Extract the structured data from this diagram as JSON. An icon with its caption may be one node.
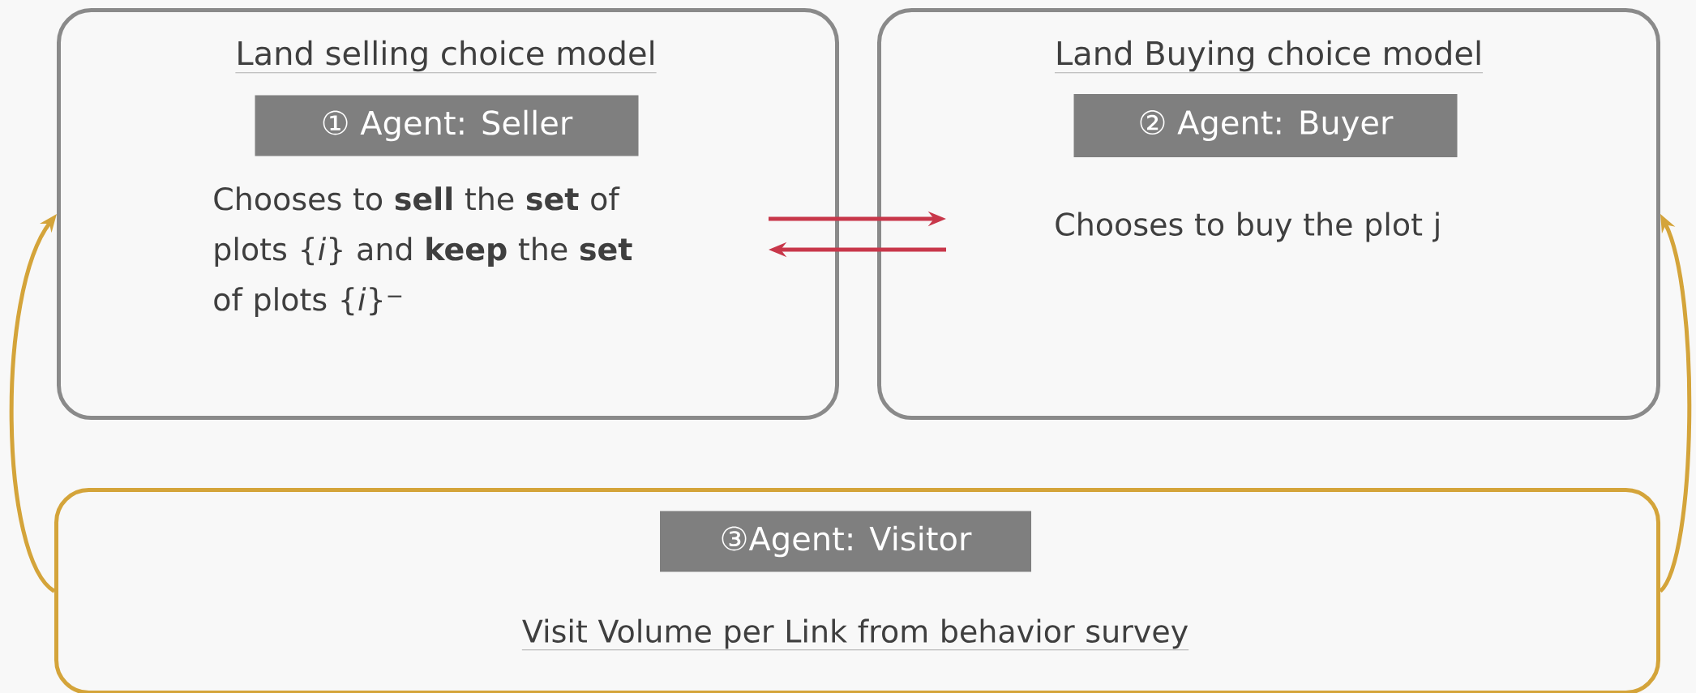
{
  "diagram": {
    "nodes": [
      {
        "text": [
          "Land selling choice model",
          "Chooses to **sell** the **set** of plots {*i*} and **keep** the **set** of plots {*i*}$^{−}$"
        ]
      },
      {
        "text": [
          "① Agent: Seller"
        ],
        "in": 0
      },
      {
        "text": [
          "Land Buying choice model",
          "Chooses to buy the plot j"
        ]
      },
      {
        "text": [
          "② Agent: Buyer"
        ],
        "in": 2
      },
      {
        "text": [
          "Visit Volume per Link from behavior survey"
        ]
      },
      {
        "text": [
          "③Agent: Visitor"
        ],
        "in": 4
      }
    ],
    "edges": [
      {
        "from": 0,
        "to": 2,
        "arrow": "to",
        "color": "#c8374a"
      },
      {
        "from": 2,
        "to": 0,
        "arrow": "to",
        "color": "#c8374a"
      },
      {
        "from": 4,
        "to": 0,
        "arrow": "to",
        "color": "#d4a43a"
      },
      {
        "from": 4,
        "to": 2,
        "arrow": "to",
        "color": "#d4a43a"
      }
    ]
  }
}
